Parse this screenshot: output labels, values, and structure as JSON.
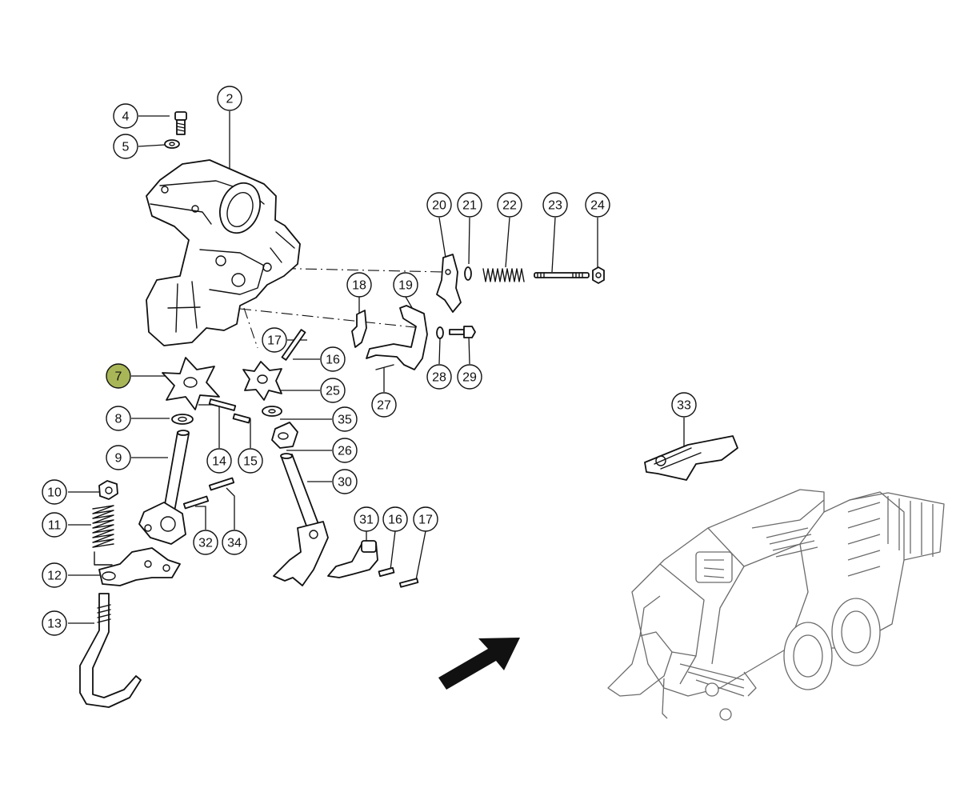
{
  "diagram": {
    "highlight_color": "#a9b657",
    "callout_color": "#ffffff",
    "line_color": "#111111",
    "callouts": [
      {
        "id": "c2",
        "label": "2"
      },
      {
        "id": "c4",
        "label": "4"
      },
      {
        "id": "c5",
        "label": "5"
      },
      {
        "id": "c7",
        "label": "7",
        "highlighted": true
      },
      {
        "id": "c8",
        "label": "8"
      },
      {
        "id": "c9",
        "label": "9"
      },
      {
        "id": "c10",
        "label": "10"
      },
      {
        "id": "c11",
        "label": "11"
      },
      {
        "id": "c12",
        "label": "12"
      },
      {
        "id": "c13",
        "label": "13"
      },
      {
        "id": "c14",
        "label": "14"
      },
      {
        "id": "c15",
        "label": "15"
      },
      {
        "id": "c16a",
        "label": "16"
      },
      {
        "id": "c16b",
        "label": "16"
      },
      {
        "id": "c17a",
        "label": "17"
      },
      {
        "id": "c17b",
        "label": "17"
      },
      {
        "id": "c18",
        "label": "18"
      },
      {
        "id": "c19",
        "label": "19"
      },
      {
        "id": "c20",
        "label": "20"
      },
      {
        "id": "c21",
        "label": "21"
      },
      {
        "id": "c22",
        "label": "22"
      },
      {
        "id": "c23",
        "label": "23"
      },
      {
        "id": "c24",
        "label": "24"
      },
      {
        "id": "c25",
        "label": "25"
      },
      {
        "id": "c26",
        "label": "26"
      },
      {
        "id": "c27",
        "label": "27"
      },
      {
        "id": "c28",
        "label": "28"
      },
      {
        "id": "c29",
        "label": "29"
      },
      {
        "id": "c30",
        "label": "30"
      },
      {
        "id": "c31",
        "label": "31"
      },
      {
        "id": "c32",
        "label": "32"
      },
      {
        "id": "c33",
        "label": "33"
      },
      {
        "id": "c34",
        "label": "34"
      },
      {
        "id": "c35",
        "label": "35"
      }
    ]
  }
}
